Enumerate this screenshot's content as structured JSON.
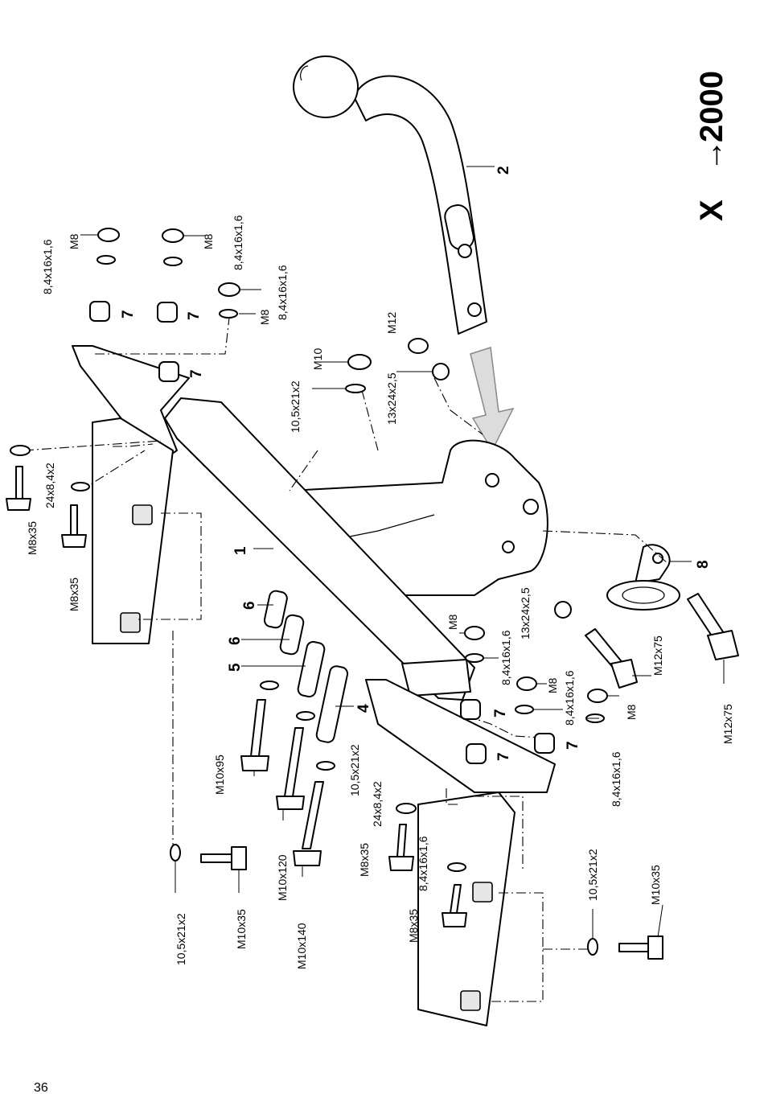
{
  "title": {
    "prefix": "X",
    "arrow": "→",
    "year": "2000"
  },
  "page_number": "36",
  "parts": {
    "p1": "1",
    "p2": "2",
    "p4": "4",
    "p5": "5",
    "p6a": "6",
    "p6b": "6",
    "p8": "8",
    "p7a": "7",
    "p7b": "7",
    "p7c": "7",
    "p7d": "7",
    "p7e": "7",
    "p7f": "7"
  },
  "labels": {
    "washer_top_left": "8,4x16x1,6",
    "nut_top_left": "M8",
    "nut_top_mid": "M8",
    "washer_top_mid": "8,4x16x1,6",
    "washer_top_right": "8,4x16x1,6",
    "nut_top_right": "M8",
    "washer_24_left": "24x8,4x2",
    "bolt_m8x35_a": "M8x35",
    "bolt_m8x35_b": "M8x35",
    "washer_10_top": "10,5x21x2",
    "nut_m10": "M10",
    "nut_m12": "M12",
    "washer_13_top": "13x24x2,5",
    "washer_13_right": "13x24x2,5",
    "nut_m8_mid": "M8",
    "washer_8_mid": "8,4x16x1,6",
    "bolt_m12x75_a": "M12x75",
    "bolt_m12x75_b": "M12x75",
    "nut_m8_r1": "M8",
    "washer_8_r1": "8,4x16x1,6",
    "nut_m8_r2": "M8",
    "washer_8_r2": "8,4x16x1,6",
    "bolt_m10x95": "M10x95",
    "bolt_m10x120": "M10x120",
    "bolt_m10x140": "M10x140",
    "washer_10_mid": "10,5x21x2",
    "washer_24_bottom": "24x8,4x2",
    "bolt_m8x35_c": "M8x35",
    "washer_8_bottom": "8,4x16x1,6",
    "bolt_m8x35_d": "M8x35",
    "washer_10_bl": "10,5x21x2",
    "bolt_m10x35_bl": "M10x35",
    "washer_10_br": "10,5x21x2",
    "bolt_m10x35_br": "M10x35"
  }
}
